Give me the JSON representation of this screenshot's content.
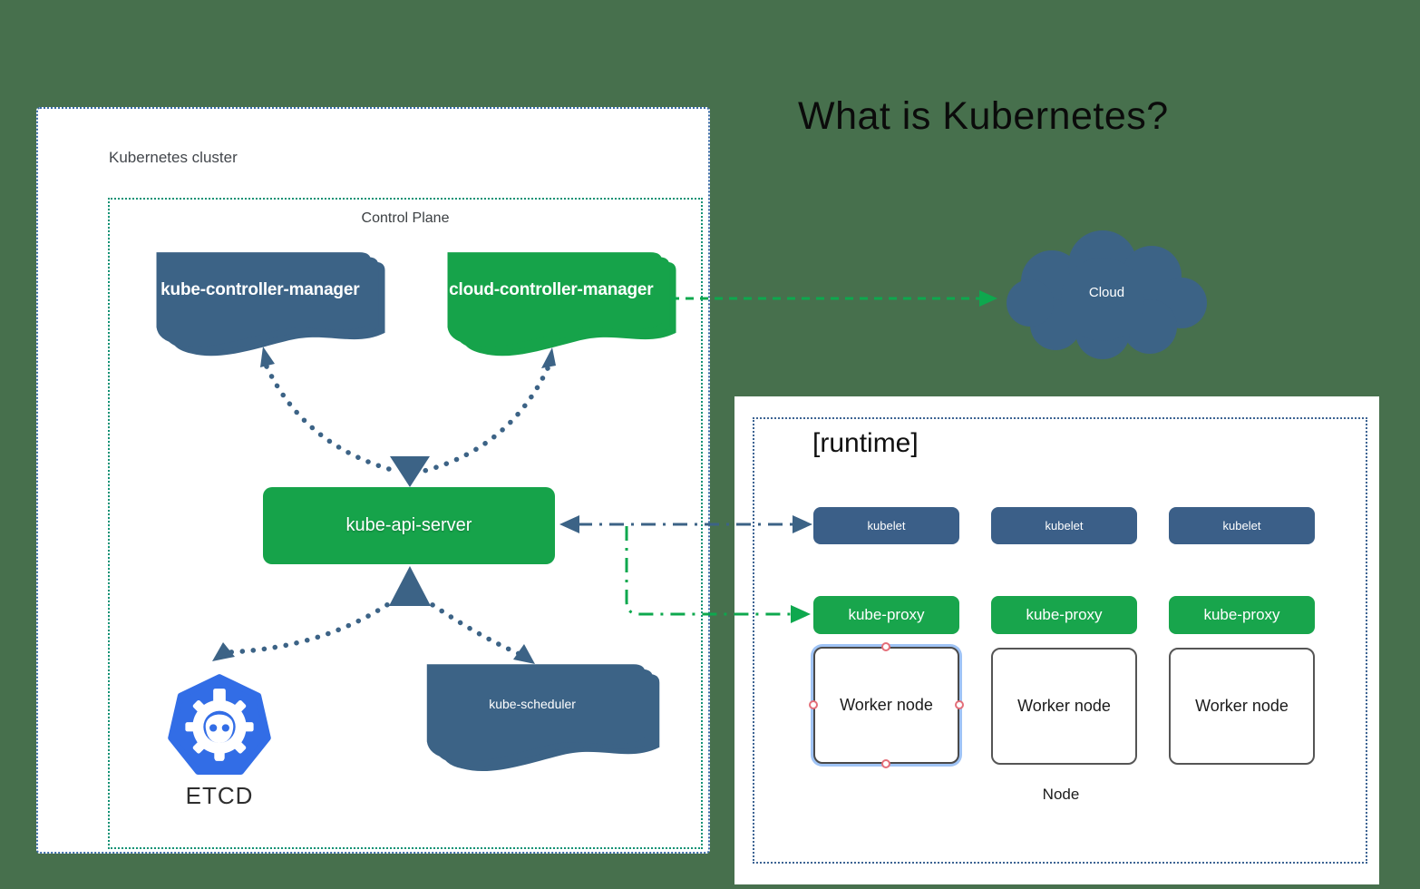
{
  "title": "What is Kubernetes?",
  "cluster": {
    "label": "Kubernetes cluster",
    "control_plane": {
      "label": "Control Plane"
    }
  },
  "components": {
    "kube_controller_manager": "kube-controller-manager",
    "cloud_controller_manager": "cloud-controller-manager",
    "kube_api_server": "kube-api-server",
    "kube_scheduler": "kube-scheduler",
    "etcd": "ETCD",
    "cloud": "Cloud"
  },
  "node_panel": {
    "runtime_label": "[runtime]",
    "node_label": "Node",
    "columns": [
      {
        "kubelet": "kubelet",
        "kube_proxy": "kube-proxy",
        "worker_node": "Worker node",
        "selected": true
      },
      {
        "kubelet": "kubelet",
        "kube_proxy": "kube-proxy",
        "worker_node": "Worker node",
        "selected": false
      },
      {
        "kubelet": "kubelet",
        "kube_proxy": "kube-proxy",
        "worker_node": "Worker node",
        "selected": false
      }
    ]
  },
  "edges": [
    {
      "from": "kube-api-server",
      "to": "kube-controller-manager",
      "style": "dotted",
      "color": "#3c6386",
      "bidirectional": true
    },
    {
      "from": "kube-api-server",
      "to": "cloud-controller-manager",
      "style": "dotted",
      "color": "#3c6386",
      "bidirectional": true
    },
    {
      "from": "kube-api-server",
      "to": "ETCD",
      "style": "dotted",
      "color": "#3c6386",
      "bidirectional": true
    },
    {
      "from": "kube-api-server",
      "to": "kube-scheduler",
      "style": "dotted",
      "color": "#3c6386",
      "bidirectional": true
    },
    {
      "from": "cloud-controller-manager",
      "to": "Cloud",
      "style": "dashed",
      "color": "#0ea84e"
    },
    {
      "from": "kubelet",
      "to": "kube-api-server",
      "style": "dash-dot",
      "color": "#3c6386",
      "bidirectional": true
    },
    {
      "from": "kube-api-server",
      "to": "kube-proxy",
      "style": "dash-dot",
      "color": "#0ea84e"
    }
  ],
  "colors": {
    "background": "#47704d",
    "steel_blue": "#3c6386",
    "green": "#16a34a",
    "etcd_blue": "#326de6",
    "cluster_border": "#3a6ba8",
    "control_plane_border": "#0f9174",
    "runtime_border": "#3d6493",
    "arrow_green": "#0ea84e",
    "selection_glow": "#9fc3f5",
    "handle_pink": "#e46e79"
  }
}
